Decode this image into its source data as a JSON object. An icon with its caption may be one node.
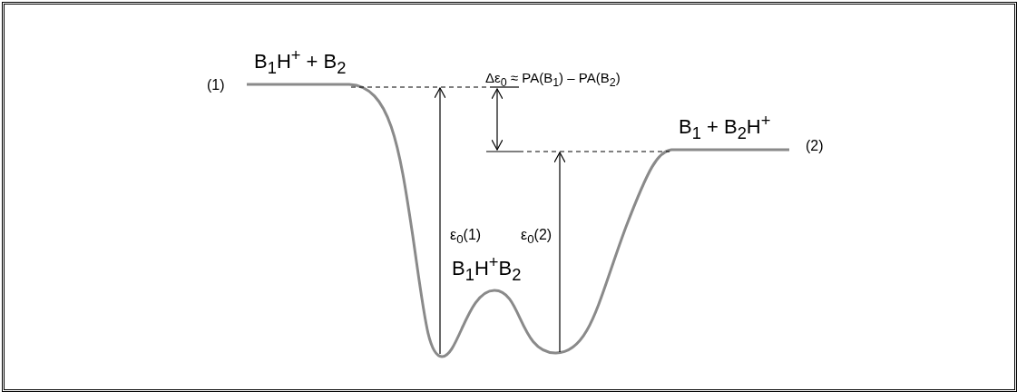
{
  "diagram": {
    "labels": [
      "B$_{1}$H$^{+}$ + B$_{2}$",
      "Δε$_{0}$ ≈ PA(B$_{1}$) – PA(B$_{2}$)",
      "(1)",
      "B$_{1}$ + B$_{2}$H$^{+}$",
      "(2)",
      "ε$_{0}$(1)",
      "ε$_{0}$(2)",
      "B$_{1}$H$^{+}$B$_{2}$"
    ]
  }
}
